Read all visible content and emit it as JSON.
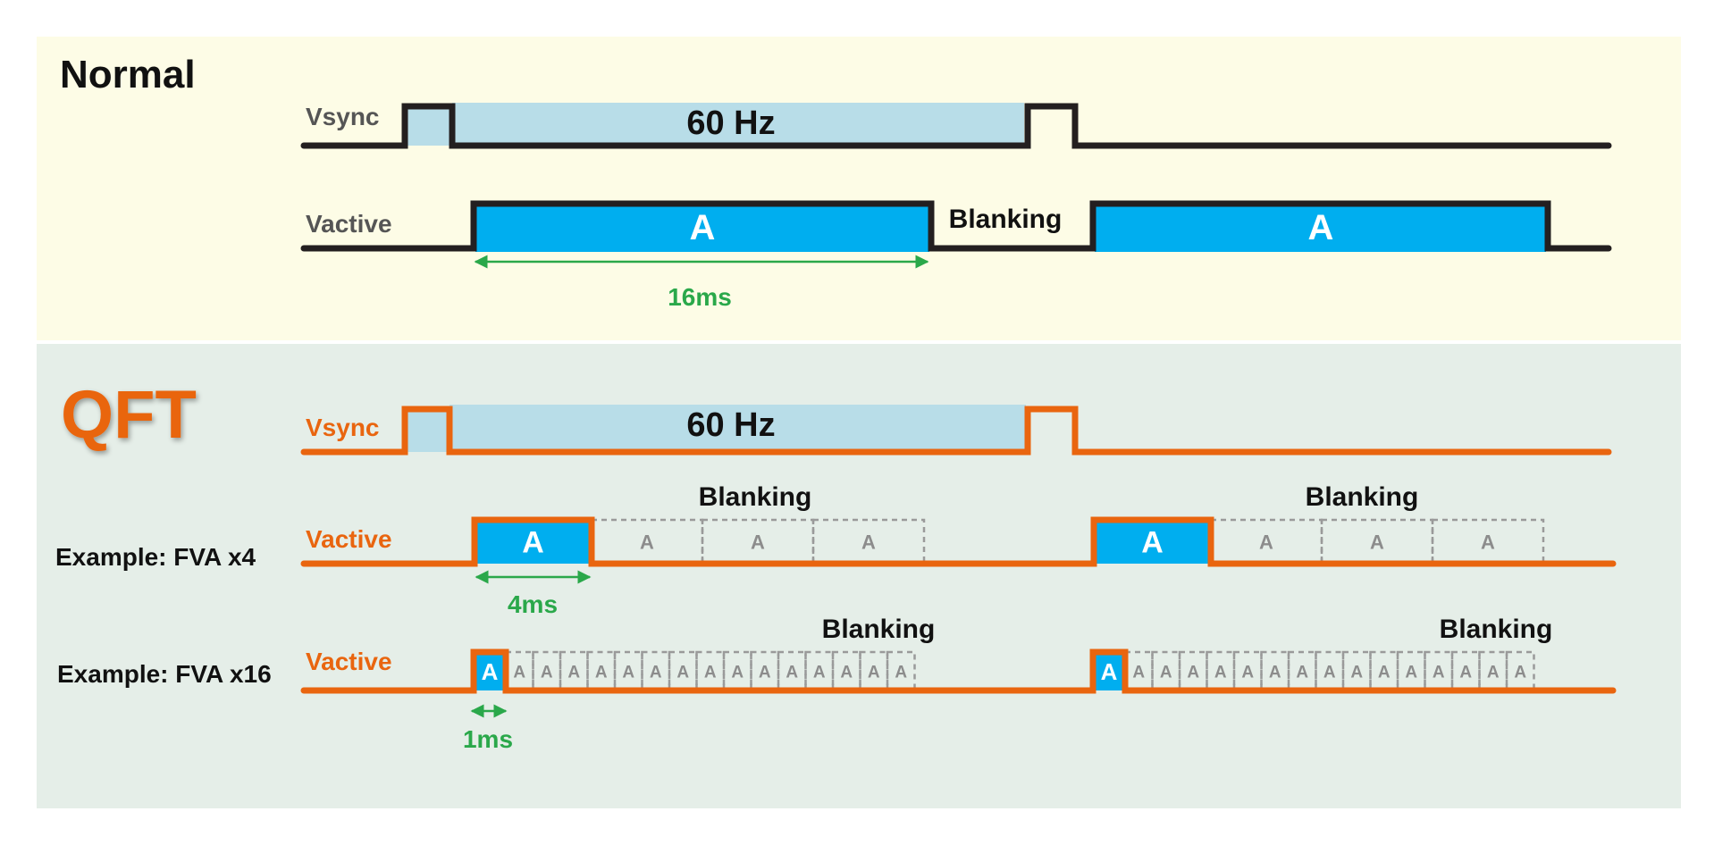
{
  "colors": {
    "normal_bg": "#fdfce6",
    "qft_bg": "#e5eee8",
    "black_line": "#231f20",
    "orange": "#e9650f",
    "light_blue": "#b8dde8",
    "cyan": "#00aeef",
    "green": "#2aa84a",
    "gray_dash": "#9a9a9a",
    "gray_text": "#8c8c8c",
    "label_gray": "#555555"
  },
  "normal": {
    "title": "Normal",
    "vsync_label": "Vsync",
    "vsync_rate": "60 Hz",
    "vactive_label": "Vactive",
    "frame_letter": "A",
    "blanking": "Blanking",
    "duration": "16ms"
  },
  "qft": {
    "title": "QFT",
    "vsync_label": "Vsync",
    "vsync_rate": "60 Hz",
    "fva4": {
      "example": "Example: FVA x4",
      "vactive_label": "Vactive",
      "frame_letter": "A",
      "blanking": "Blanking",
      "duration": "4ms",
      "ghost_letter": "A"
    },
    "fva16": {
      "example": "Example: FVA x16",
      "vactive_label": "Vactive",
      "frame_letter": "A",
      "blanking": "Blanking",
      "duration": "1ms",
      "ghost_letter": "A"
    }
  }
}
